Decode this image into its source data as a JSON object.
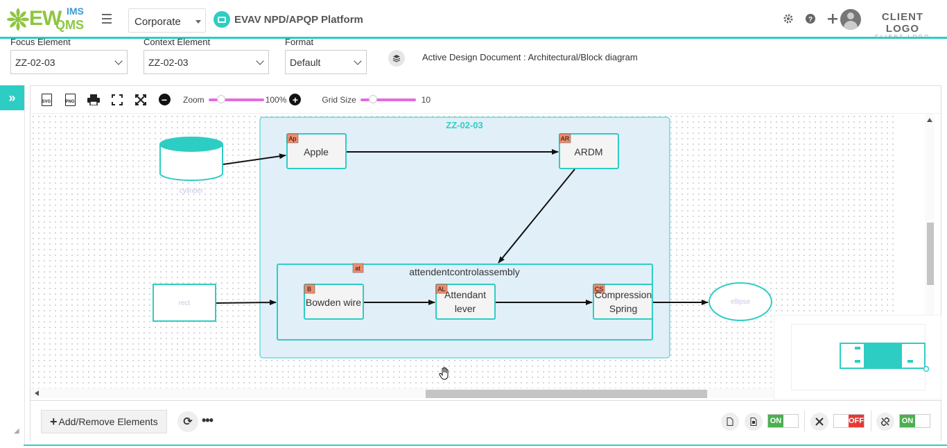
{
  "header": {
    "logo": {
      "ew": "EW",
      "ims": "IMS",
      "qms": "QMS"
    },
    "plant": "Corporate",
    "platform_title": "EVAV NPD/APQP Platform",
    "icons": [
      "gear-icon",
      "help-icon",
      "plus-icon",
      "bell-icon"
    ],
    "client_logo_main": "CLIENT LOGO",
    "client_logo_sub": "CLIENT LOGO"
  },
  "filters": {
    "focus_label": "Focus Element",
    "focus_value": "ZZ-02-03",
    "context_label": "Context Element",
    "context_value": "ZZ-02-03",
    "format_label": "Format",
    "format_value": "Default",
    "active_doc": "Active Design Document : Architectural/Block diagram"
  },
  "toolbar": {
    "svg_label": "SVG",
    "png_label": "PNG",
    "zoom_label": "Zoom",
    "zoom_value": "100%",
    "grid_label": "Grid Size",
    "grid_value": "10"
  },
  "diagram": {
    "group_title": "ZZ-02-03",
    "subgroup_title": "attendentcontrolassembly",
    "subgroup_badge": "at",
    "nodes": [
      {
        "id": "apple",
        "label": "Apple",
        "badge": "Ap"
      },
      {
        "id": "ardm",
        "label": "ARDM",
        "badge": "AR"
      },
      {
        "id": "bowden",
        "label": "Bowden wire",
        "badge": "B"
      },
      {
        "id": "lever",
        "label": "Attendant lever",
        "badge": "AL"
      },
      {
        "id": "spring",
        "label": "Compression Spring",
        "badge": "CS"
      }
    ],
    "shapes": {
      "cylinder": "cylinder",
      "rect": "rect",
      "ellipse": "ellipse"
    }
  },
  "bottom": {
    "add_remove_label": "Add/Remove Elements",
    "toggle1": "ON",
    "toggle2": "OFF",
    "toggle3": "ON"
  },
  "colors": {
    "accent": "#2ecdc4",
    "group_fill": "#e1eff9",
    "badge": "#f08c6c"
  }
}
